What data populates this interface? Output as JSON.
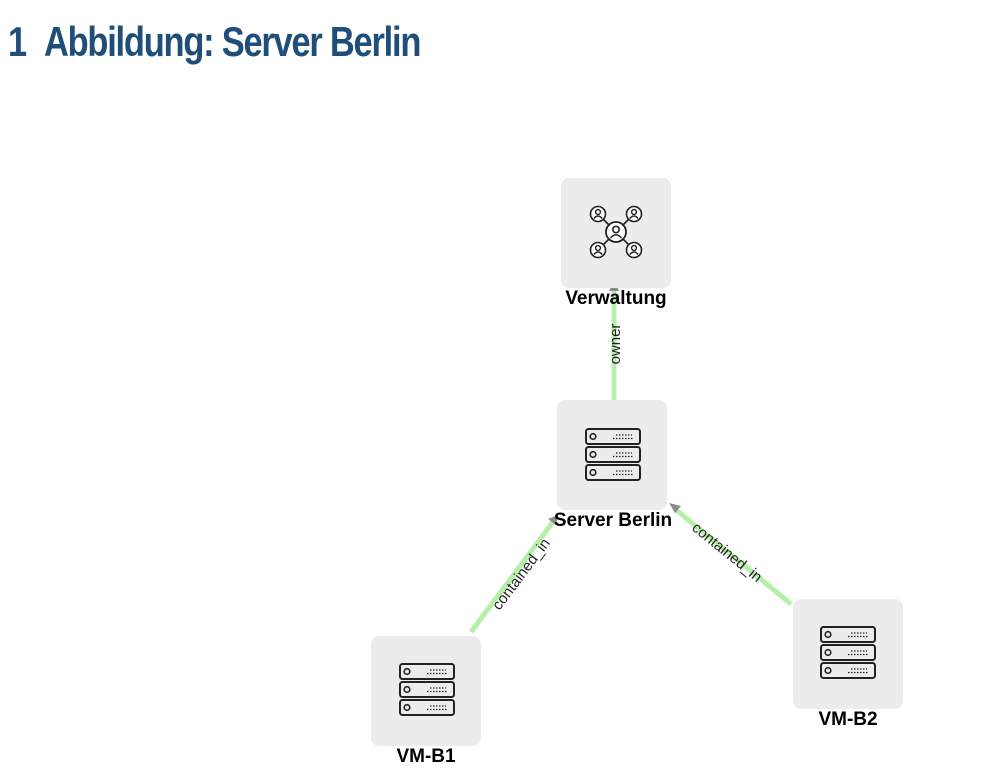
{
  "heading": {
    "number": "1",
    "title": "Abbildung: Server Berlin"
  },
  "colors": {
    "heading": "#1f4e79",
    "edge": "#b4f0a8",
    "node_box": "#ececec",
    "arrow": "#8a8a8a"
  },
  "diagram": {
    "nodes": [
      {
        "id": "verwaltung",
        "label": "Verwaltung",
        "icon": "group-network-icon"
      },
      {
        "id": "server-berlin",
        "label": "Server Berlin",
        "icon": "server-rack-icon"
      },
      {
        "id": "vm-b1",
        "label": "VM-B1",
        "icon": "server-rack-icon"
      },
      {
        "id": "vm-b2",
        "label": "VM-B2",
        "icon": "server-rack-icon"
      }
    ],
    "edges": [
      {
        "from": "server-berlin",
        "to": "verwaltung",
        "label": "owner"
      },
      {
        "from": "vm-b1",
        "to": "server-berlin",
        "label": "contained_in"
      },
      {
        "from": "vm-b2",
        "to": "server-berlin",
        "label": "contained_in"
      }
    ]
  }
}
